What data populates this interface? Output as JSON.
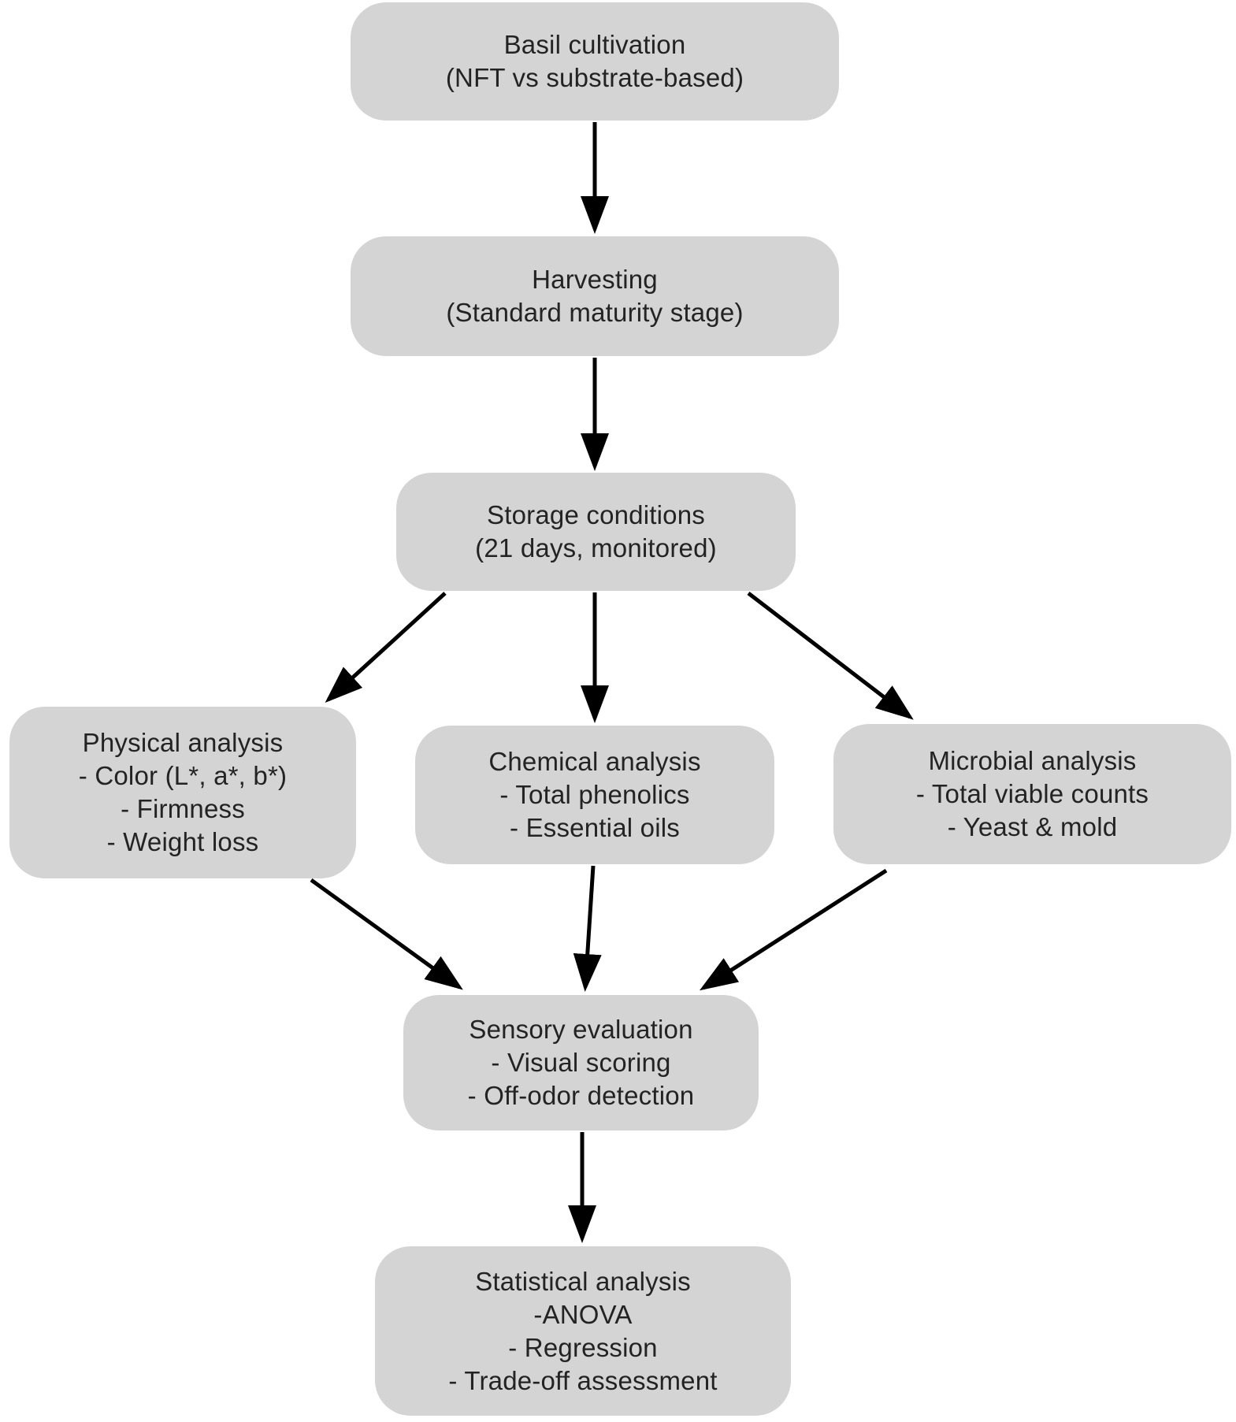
{
  "diagram": {
    "type": "flowchart",
    "background_color": "#ffffff",
    "node_fill_color": "#d4d4d4",
    "node_text_color": "#242324",
    "arrow_color": "#000000",
    "nodes": {
      "basil": {
        "lines": [
          "Basil cultivation",
          "(NFT vs substrate-based)"
        ]
      },
      "harvesting": {
        "lines": [
          "Harvesting",
          "(Standard maturity stage)"
        ]
      },
      "storage": {
        "lines": [
          "Storage conditions",
          "(21 days, monitored)"
        ]
      },
      "physical": {
        "lines": [
          "Physical analysis",
          "- Color (L*, a*, b*)",
          "- Firmness",
          "- Weight loss"
        ]
      },
      "chemical": {
        "lines": [
          "Chemical analysis",
          "- Total phenolics",
          "- Essential oils"
        ]
      },
      "microbial": {
        "lines": [
          "Microbial analysis",
          "- Total viable counts",
          "- Yeast & mold"
        ]
      },
      "sensory": {
        "lines": [
          "Sensory evaluation",
          "- Visual scoring",
          "- Off-odor detection"
        ]
      },
      "statistical": {
        "lines": [
          "Statistical analysis",
          "-ANOVA",
          "- Regression",
          "- Trade-off assessment"
        ]
      }
    },
    "edges": [
      {
        "from": "basil",
        "to": "harvesting"
      },
      {
        "from": "harvesting",
        "to": "storage"
      },
      {
        "from": "storage",
        "to": "physical"
      },
      {
        "from": "storage",
        "to": "chemical"
      },
      {
        "from": "storage",
        "to": "microbial"
      },
      {
        "from": "physical",
        "to": "sensory"
      },
      {
        "from": "chemical",
        "to": "sensory"
      },
      {
        "from": "microbial",
        "to": "sensory"
      },
      {
        "from": "sensory",
        "to": "statistical"
      }
    ]
  }
}
